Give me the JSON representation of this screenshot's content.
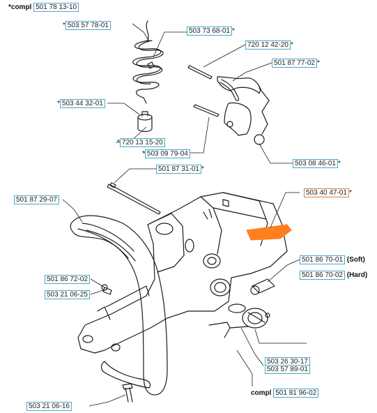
{
  "diagram": {
    "colors": {
      "link": "#45a8c8",
      "highlight": "#ff7f1f",
      "ink": "#1a1a1a"
    },
    "labels": {
      "l_501781310": {
        "pre": "*compl",
        "pn": "501 78 13-10"
      },
      "l_503577801": {
        "pre": "*",
        "pn": "503 57 78-01"
      },
      "l_503736801": {
        "pn": "503 73 68-01",
        "suf": "*"
      },
      "l_720124220": {
        "pn": "720 12 42-20",
        "suf": "*"
      },
      "l_501877702": {
        "pn": "501 87 77-02",
        "suf": "*"
      },
      "l_503443201": {
        "pre": "*",
        "pn": "503 44 32-01"
      },
      "l_720131520": {
        "pre": "*",
        "pn": "720 13 15-20"
      },
      "l_503097904": {
        "pre": "*",
        "pn": "503 09 79-04"
      },
      "l_503084601": {
        "pn": "503 08 46-01",
        "suf": "*"
      },
      "l_501873101": {
        "pn": "501 87 31-01",
        "suf": "*"
      },
      "l_501872907": {
        "pn": "501 87 29-07"
      },
      "l_503404701": {
        "pn": "503 40 47-01",
        "suf": "*"
      },
      "l_501867001": {
        "pn": "501 86 70-01",
        "suf": "(Soft)"
      },
      "l_501867002": {
        "pn": "501 86 70-02",
        "suf": "(Hard)"
      },
      "l_501867202": {
        "pn": "501 86 72-02"
      },
      "l_503210625": {
        "pn": "503 21 06-25"
      },
      "l_503263017": {
        "pn": "503 26 30-17"
      },
      "l_503578901": {
        "pn": "503 57 89-01"
      },
      "l_501819602": {
        "pre": "compl",
        "pn": "501 81 96-02"
      },
      "l_503210616": {
        "pn": "503 21 06-16"
      }
    }
  }
}
